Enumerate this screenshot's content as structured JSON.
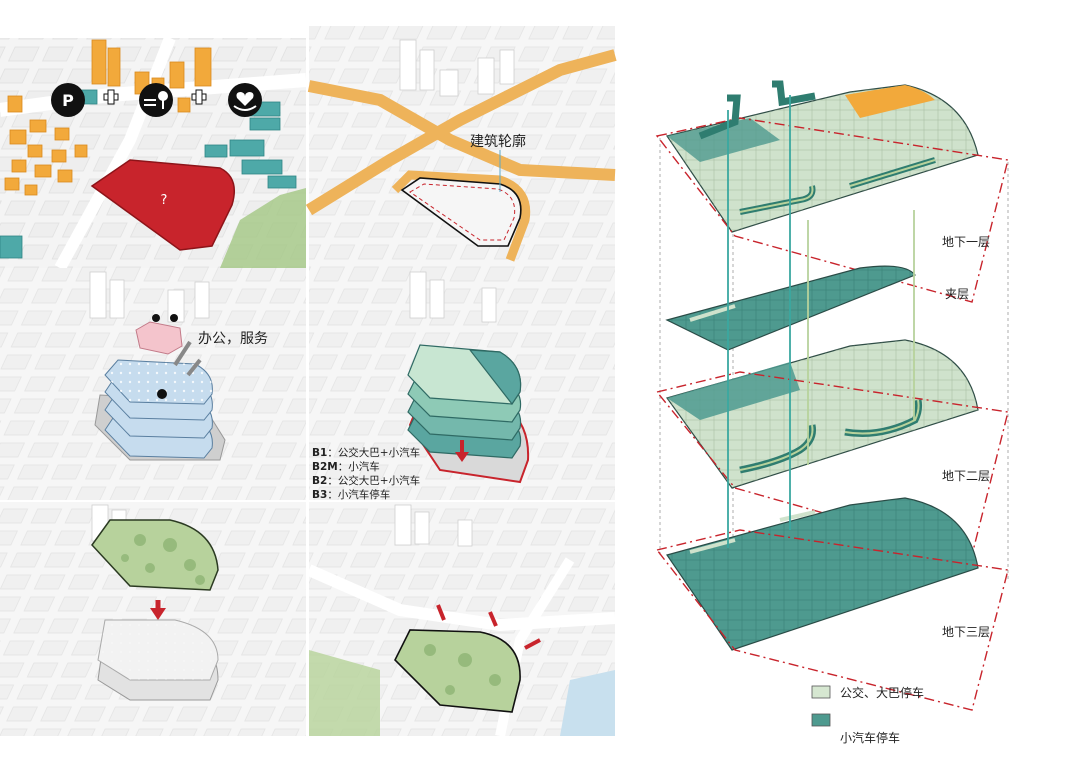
{
  "panels": {
    "p1": {
      "question_mark": "?",
      "icons": [
        "parking-icon",
        "plus-icon",
        "dining-icon",
        "plus-icon",
        "heart-hand-icon"
      ],
      "icon_p_label": "P"
    },
    "p2": {
      "label": "建筑轮廓"
    },
    "p3": {
      "label": "办公，服务"
    },
    "p4": {
      "floors": [
        {
          "code": "B1",
          "desc": "公交大巴+小汽车"
        },
        {
          "code": "B2M",
          "desc": "小汽车"
        },
        {
          "code": "B2",
          "desc": "公交大巴+小汽车"
        },
        {
          "code": "B3",
          "desc": "小汽车停车"
        }
      ]
    }
  },
  "stack": {
    "levels": [
      {
        "key": "b1",
        "label": "地下一层"
      },
      {
        "key": "mezz",
        "label": "夹层"
      },
      {
        "key": "b2",
        "label": "地下二层"
      },
      {
        "key": "b3",
        "label": "地下三层"
      }
    ]
  },
  "legend": [
    {
      "label": "公交、大巴停车",
      "color": "#d6e7d1"
    },
    {
      "label": "小汽车停车",
      "color": "#4e9a8f"
    }
  ],
  "colors": {
    "accent_red": "#c8242c",
    "road_orange": "#eeb35a",
    "building_orange": "#f2a93b",
    "teal": "#4ea9a8",
    "light_green": "#d6e7d1",
    "dark_teal": "#2f7d70",
    "park_green": "#a7c98a"
  }
}
